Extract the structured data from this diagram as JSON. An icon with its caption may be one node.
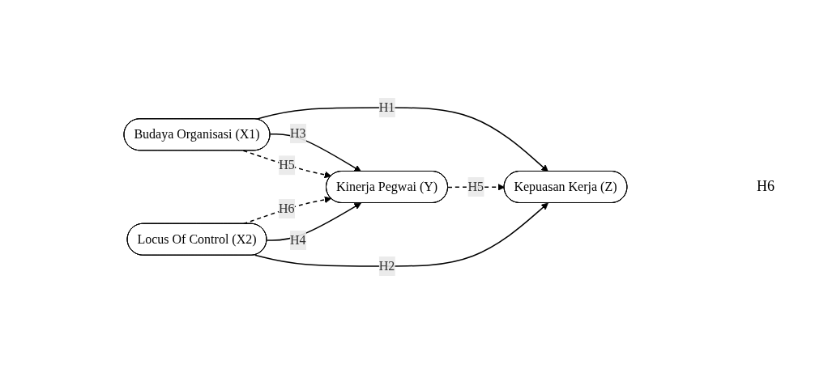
{
  "diagram": {
    "nodes": [
      {
        "text": [
          "Budaya Organisasi (X1)"
        ]
      },
      {
        "text": [
          "Locus Of Control (X2)"
        ]
      },
      {
        "text": [
          "Kinerja Pegwai (Y)"
        ]
      },
      {
        "text": [
          "Kepuasan Kerja (Z)"
        ]
      }
    ],
    "edges": [
      {
        "from": 0,
        "to": 3,
        "arrow": "to",
        "label": "H1"
      },
      {
        "from": 0,
        "to": 2,
        "arrow": "to",
        "label": "H3"
      },
      {
        "from": 0,
        "to": 2,
        "arrow": "to",
        "label": "H5",
        "style": "dashed"
      },
      {
        "from": 1,
        "to": 2,
        "arrow": "to",
        "label": "H6",
        "style": "dashed"
      },
      {
        "from": 1,
        "to": 2,
        "arrow": "to",
        "label": "H4"
      },
      {
        "from": 2,
        "to": 3,
        "arrow": "to",
        "label": "H5",
        "style": "dashed"
      },
      {
        "from": 1,
        "to": 3,
        "arrow": "to",
        "label": "H2"
      }
    ],
    "labels": [
      "H6"
    ]
  }
}
